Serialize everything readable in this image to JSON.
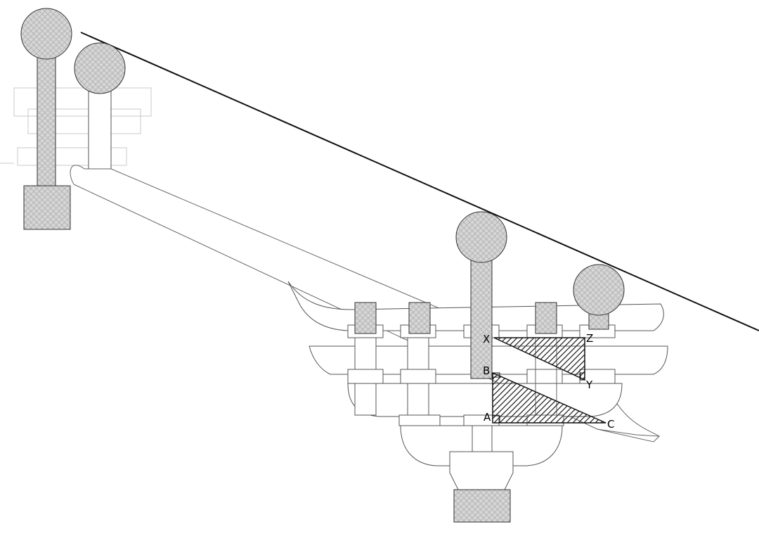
{
  "diagram": {
    "labels": {
      "x": "X",
      "y": "Y",
      "z": "Z",
      "a": "A",
      "b": "B",
      "c": "C"
    },
    "colors": {
      "line": "#555555",
      "fill": "#cfcfcf",
      "hatch": "#222222"
    }
  }
}
